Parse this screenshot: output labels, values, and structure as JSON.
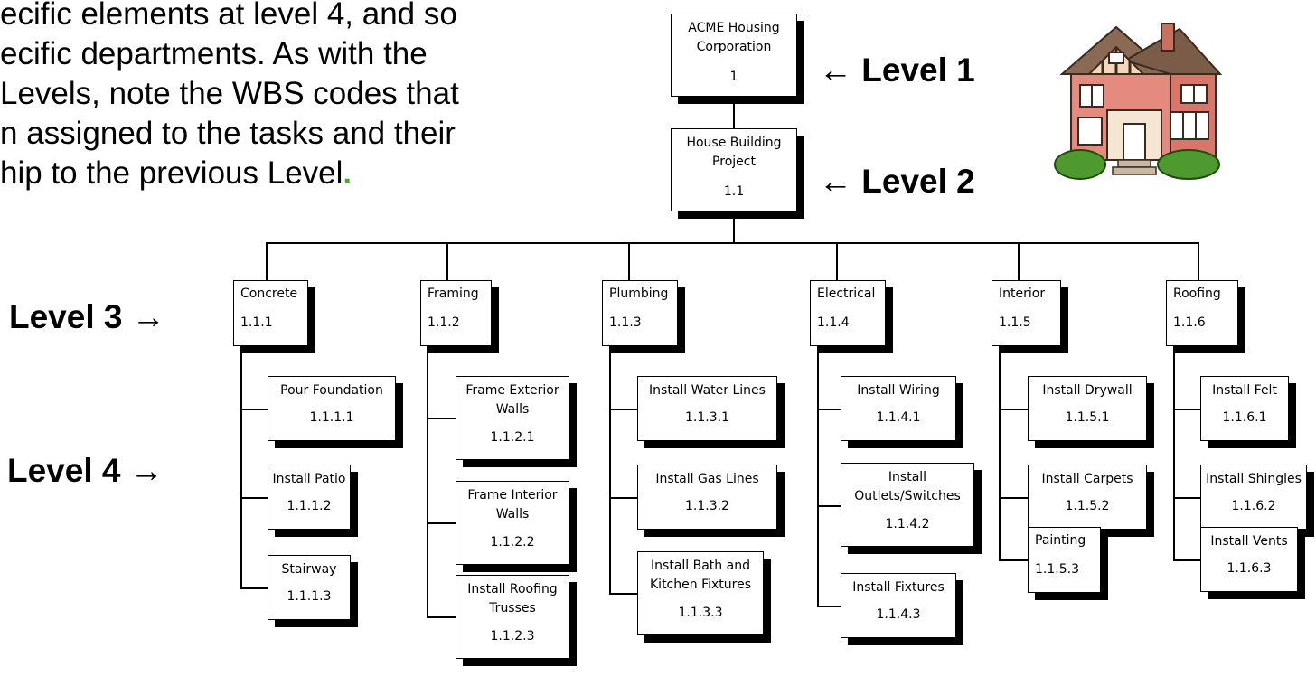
{
  "intro": {
    "lines": [
      "ecific elements at level 4, and so",
      "ecific departments. As with the",
      "Levels, note the WBS codes that",
      "n assigned to the tasks and their",
      "hip to the previous Level"
    ],
    "period": "."
  },
  "level_labels": {
    "level1": "← Level 1",
    "level2": "← Level 2",
    "level3": "Level 3 →",
    "level4": "Level 4 →"
  },
  "colors": {
    "period_accent": "#4ea72e",
    "house_wall": "#e58a7e",
    "house_roof": "#8a6a55"
  },
  "tree": {
    "root": {
      "name": "ACME Housing Corporation",
      "code": "1"
    },
    "project": {
      "name": "House Building Project",
      "code": "1.1"
    },
    "categories": [
      {
        "name": "Concrete",
        "code": "1.1.1",
        "tasks": [
          {
            "name": "Pour Foundation",
            "code": "1.1.1.1"
          },
          {
            "name": "Install Patio",
            "code": "1.1.1.2"
          },
          {
            "name": "Stairway",
            "code": "1.1.1.3"
          }
        ]
      },
      {
        "name": "Framing",
        "code": "1.1.2",
        "tasks": [
          {
            "name": "Frame Exterior Walls",
            "code": "1.1.2.1"
          },
          {
            "name": "Frame Interior Walls",
            "code": "1.1.2.2"
          },
          {
            "name": "Install Roofing Trusses",
            "code": "1.1.2.3"
          }
        ]
      },
      {
        "name": "Plumbing",
        "code": "1.1.3",
        "tasks": [
          {
            "name": "Install Water Lines",
            "code": "1.1.3.1"
          },
          {
            "name": "Install Gas Lines",
            "code": "1.1.3.2"
          },
          {
            "name": "Install Bath and Kitchen Fixtures",
            "code": "1.1.3.3"
          }
        ]
      },
      {
        "name": "Electrical",
        "code": "1.1.4",
        "tasks": [
          {
            "name": "Install Wiring",
            "code": "1.1.4.1"
          },
          {
            "name": "Install Outlets/Switches",
            "code": "1.1.4.2"
          },
          {
            "name": "Install Fixtures",
            "code": "1.1.4.3"
          }
        ]
      },
      {
        "name": "Interior",
        "code": "1.1.5",
        "tasks": [
          {
            "name": "Install Drywall",
            "code": "1.1.5.1"
          },
          {
            "name": "Install Carpets",
            "code": "1.1.5.2"
          },
          {
            "name": "Painting",
            "code": "1.1.5.3"
          }
        ]
      },
      {
        "name": "Roofing",
        "code": "1.1.6",
        "tasks": [
          {
            "name": "Install Felt",
            "code": "1.1.6.1"
          },
          {
            "name": "Install Shingles",
            "code": "1.1.6.2"
          },
          {
            "name": "Install Vents",
            "code": "1.1.6.3"
          }
        ]
      }
    ]
  }
}
